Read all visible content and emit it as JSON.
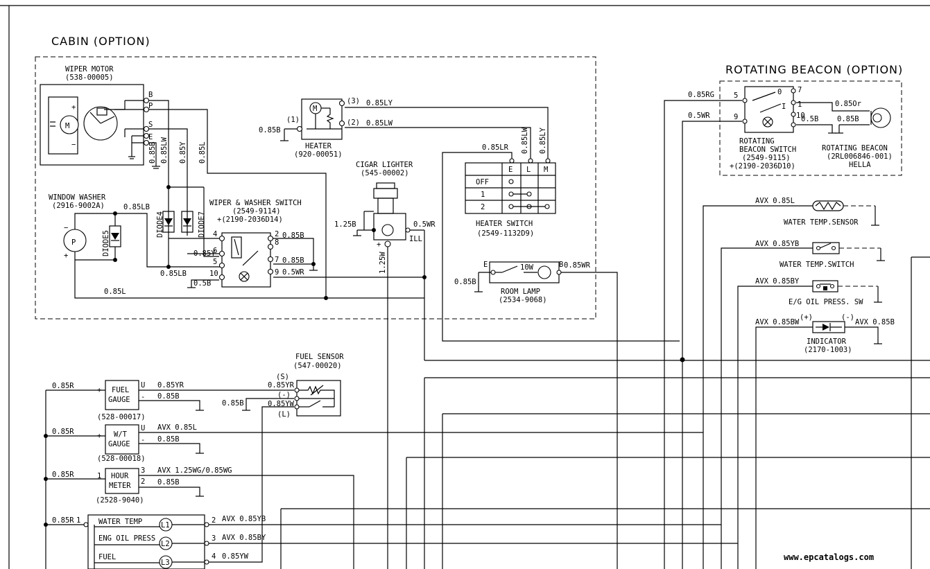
{
  "titles": {
    "cabin": "CABIN (OPTION)",
    "beacon": "ROTATING BEACON (OPTION)"
  },
  "components": {
    "wiper_motor": {
      "name": "WIPER MOTOR",
      "part": "(538-00005)",
      "pins": [
        "B",
        "P",
        "S",
        "E"
      ]
    },
    "window_washer": {
      "name": "WINDOW WASHER",
      "part": "(2916-9002A)",
      "pump": "P"
    },
    "wiper_switch": {
      "name": "WIPER & WASHER SWITCH",
      "part": "(2549-9114)",
      "part2": "+(2190-2036D14)",
      "pins": [
        "4",
        "6",
        "5",
        "10",
        "2",
        "8",
        "7",
        "9"
      ]
    },
    "diodes": [
      "DIODE4",
      "DIODE7",
      "DIODE5"
    ],
    "heater": {
      "name": "HEATER",
      "part": "(920-00051)",
      "pins": [
        "(1)",
        "(2)",
        "(3)"
      ],
      "motor": "M"
    },
    "cigar_lighter": {
      "name": "CIGAR LIGHTER",
      "part": "(545-00002)",
      "ill": "ILL"
    },
    "heater_switch": {
      "name": "HEATER SWITCH",
      "part": "(2549-1132D9)",
      "cols": [
        "E",
        "L",
        "M"
      ],
      "rows": [
        "OFF",
        "1",
        "2"
      ]
    },
    "room_lamp": {
      "name": "ROOM LAMP",
      "part": "(2534-9068)",
      "rating": "10W",
      "e": "E",
      "b": "B"
    },
    "beacon_switch": {
      "name1": "ROTATING",
      "name2": "BEACON SWITCH",
      "part": "(2549-9115)",
      "part2": "+(2190-2036D10)",
      "pins": [
        "5",
        "9",
        "7",
        "0",
        "1",
        "10"
      ],
      "i": "I"
    },
    "beacon_lamp": {
      "name": "ROTATING BEACON",
      "part": "(2RL006846-001)",
      "brand": "HELLA"
    },
    "water_temp_sensor": {
      "name": "WATER TEMP.SENSOR"
    },
    "water_temp_switch": {
      "name": "WATER TEMP.SWITCH"
    },
    "oil_press_sw": {
      "name": "E/G OIL PRESS. SW"
    },
    "indicator": {
      "name": "INDICATOR",
      "part": "(2170-1003)",
      "plus": "(+)",
      "minus": "(-)"
    },
    "fuel_sensor": {
      "name": "FUEL SENSOR",
      "part": "(547-00020)",
      "pins": [
        "(S)",
        "(-)",
        "(L)"
      ]
    },
    "fuel_gauge": {
      "name1": "FUEL",
      "name2": "GAUGE",
      "part": "(528-00017)",
      "u": "U",
      "minus": "-",
      "plus": "+"
    },
    "wt_gauge": {
      "name1": "W/T",
      "name2": "GAUGE",
      "part": "(528-00018)",
      "u": "U",
      "minus": "-",
      "plus": "+"
    },
    "hour_meter": {
      "name1": "HOUR",
      "name2": "METER",
      "part": "(2528-9040)",
      "pins": [
        "1",
        "3",
        "2"
      ]
    },
    "warning_panel": {
      "rows": [
        "WATER TEMP",
        "ENG OIL PRESS",
        "FUEL"
      ],
      "lamps": [
        "L1",
        "L2",
        "L3"
      ],
      "pins": [
        "1",
        "2",
        "3",
        "4"
      ]
    }
  },
  "wires": {
    "w085b_1": "0.85B",
    "w085lw_1": "0.85LW",
    "w085y": "0.85Y",
    "w085l_1": "0.85L",
    "w085lb_top": "0.85LB",
    "w085l_bot": "0.85L",
    "w085lb_sw": "0.85LB",
    "w085y_sw": "0.85Y",
    "w05b_sw": "0.5B",
    "sw_2": "0.85B",
    "sw_8": "0.85B",
    "sw_9": "0.5WR",
    "heater_3": "0.85LY",
    "heater_2": "0.85LW",
    "heater_1": "0.85B",
    "hs_lr": "0.85LR",
    "hs_lw": "0.85LW",
    "hs_ly": "0.85LY",
    "cig_125b": "1.25B",
    "cig_05wr": "0.5WR",
    "cig_125w": "1.25W",
    "lamp_085b": "0.85B",
    "lamp_085wr": "0.85WR",
    "bc_085rg": "0.85RG",
    "bc_05wr": "0.5WR",
    "bc_0850r": "0.85Or",
    "bc_05b": "0.5B",
    "bc_085b": "0.85B",
    "avx_085l": "AVX 0.85L",
    "avx_085yb": "AVX 0.85YB",
    "avx_085by": "AVX 0.85BY",
    "avx_085bw": "AVX 0.85BW",
    "avx_085b": "AVX 0.85B",
    "fs_085yr": "0.85YR",
    "fs_085b": "0.85B",
    "fs_085yw": "0.85YW",
    "fg_085r": "0.85R",
    "fg_085yr": "0.85YR",
    "fg_085b": "0.85B",
    "wt_085r": "0.85R",
    "wt_avx": "AVX 0.85L",
    "wt_085b": "0.85B",
    "hm_085r": "0.85R",
    "hm_avx": "AVX 1.25WG/0.85WG",
    "hm_085b": "0.85B",
    "wp_085r": "0.85R",
    "wp_avx_yb": "AVX 0.85YB",
    "wp_avx_by": "AVX 0.85BY",
    "wp_085yw": "0.85YW"
  },
  "watermark": "www.epcatalogs.com"
}
